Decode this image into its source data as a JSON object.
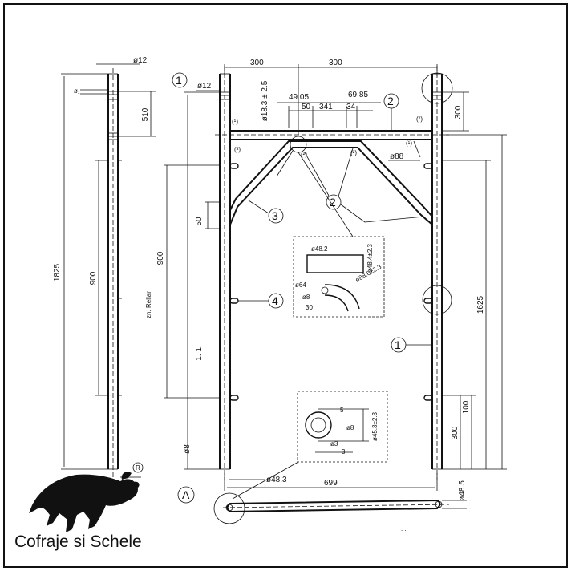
{
  "brand": {
    "name": "Cofraje si Schele"
  },
  "callouts": {
    "one": "1",
    "two": "2",
    "three": "3",
    "four": "4",
    "detail_a": "A",
    "detail_b": "R"
  },
  "left_view": {
    "tube_dia": "ø12",
    "dim_510": "510",
    "dim_1825": "1825",
    "dim_900": "900",
    "note": "zn. Rellar"
  },
  "front_view": {
    "dim_300_left": "300",
    "dim_300_right": "300",
    "rod_dia": "ø12",
    "dim_bar_dia": "ø18.3 ± 2.5",
    "dim_49_05": "49.05",
    "dim_69_85": "69.85",
    "dim_50": "50",
    "dim_341": "341",
    "dim_34": "34",
    "dim_88": "ø88",
    "dim_300_top": "300",
    "dim_50_side": "50",
    "dim_900": "900",
    "dim_1_1": "1. 1.",
    "dim_dia8": "ø8",
    "dim_1625": "1625",
    "dim_100": "100",
    "dim_300_bottom": "300",
    "dim_48_3": "ø48.3",
    "dim_699": "699",
    "dim_48_5": "ø48.5",
    "marks": [
      "(¹)",
      "(²)",
      "(²)",
      "(¹)",
      "(²)",
      "(³)"
    ]
  },
  "detail_1": {
    "d48_2": "ø48.2",
    "d48_wall": "ø48.4±2.3",
    "d64": "ø64",
    "d8": "ø8",
    "d30": "30",
    "d88": "ø88.6±2.3"
  },
  "detail_2": {
    "d5": "5",
    "d8": "ø8",
    "d45": "ø45.3±2.3",
    "d3a": "ø3",
    "d3b": "3"
  }
}
